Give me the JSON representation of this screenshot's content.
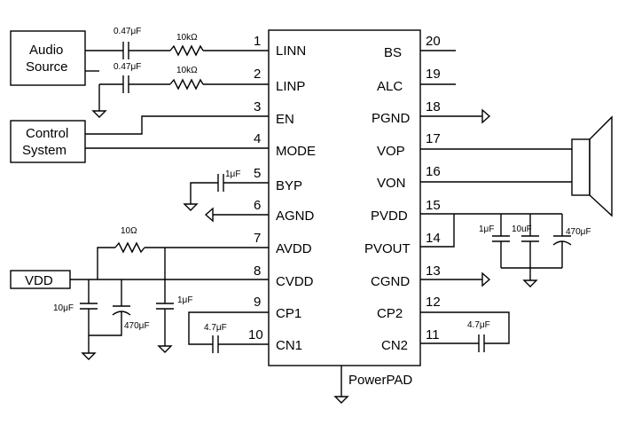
{
  "blocks": {
    "audio_source": [
      "Audio",
      "Source"
    ],
    "control_system": [
      "Control",
      "System"
    ],
    "vdd": "VDD"
  },
  "chip": {
    "left_pins": [
      {
        "num": "1",
        "name": "LINN"
      },
      {
        "num": "2",
        "name": "LINP"
      },
      {
        "num": "3",
        "name": "EN"
      },
      {
        "num": "4",
        "name": "MODE"
      },
      {
        "num": "5",
        "name": "BYP"
      },
      {
        "num": "6",
        "name": "AGND"
      },
      {
        "num": "7",
        "name": "AVDD"
      },
      {
        "num": "8",
        "name": "CVDD"
      },
      {
        "num": "9",
        "name": "CP1"
      },
      {
        "num": "10",
        "name": "CN1"
      }
    ],
    "right_pins": [
      {
        "num": "20",
        "name": "BS"
      },
      {
        "num": "19",
        "name": "ALC"
      },
      {
        "num": "18",
        "name": "PGND"
      },
      {
        "num": "17",
        "name": "VOP"
      },
      {
        "num": "16",
        "name": "VON"
      },
      {
        "num": "15",
        "name": "PVDD"
      },
      {
        "num": "14",
        "name": "PVOUT"
      },
      {
        "num": "13",
        "name": "CGND"
      },
      {
        "num": "12",
        "name": "CP2"
      },
      {
        "num": "11",
        "name": "CN2"
      }
    ],
    "pad_label": "PowerPAD"
  },
  "components": {
    "c_in1": "0.47μF",
    "r_in1": "10kΩ",
    "c_in2": "0.47μF",
    "r_in2": "10kΩ",
    "c_byp": "1μF",
    "r_avdd": "10Ω",
    "c_vdd1": "10μF",
    "c_vdd2": "470μF",
    "c_vdd3": "1μF",
    "c_cp1": "4.7μF",
    "c_cp2": "4.7μF",
    "c_pv1": "1μF",
    "c_pv2": "10uF",
    "c_pv3": "470μF"
  }
}
